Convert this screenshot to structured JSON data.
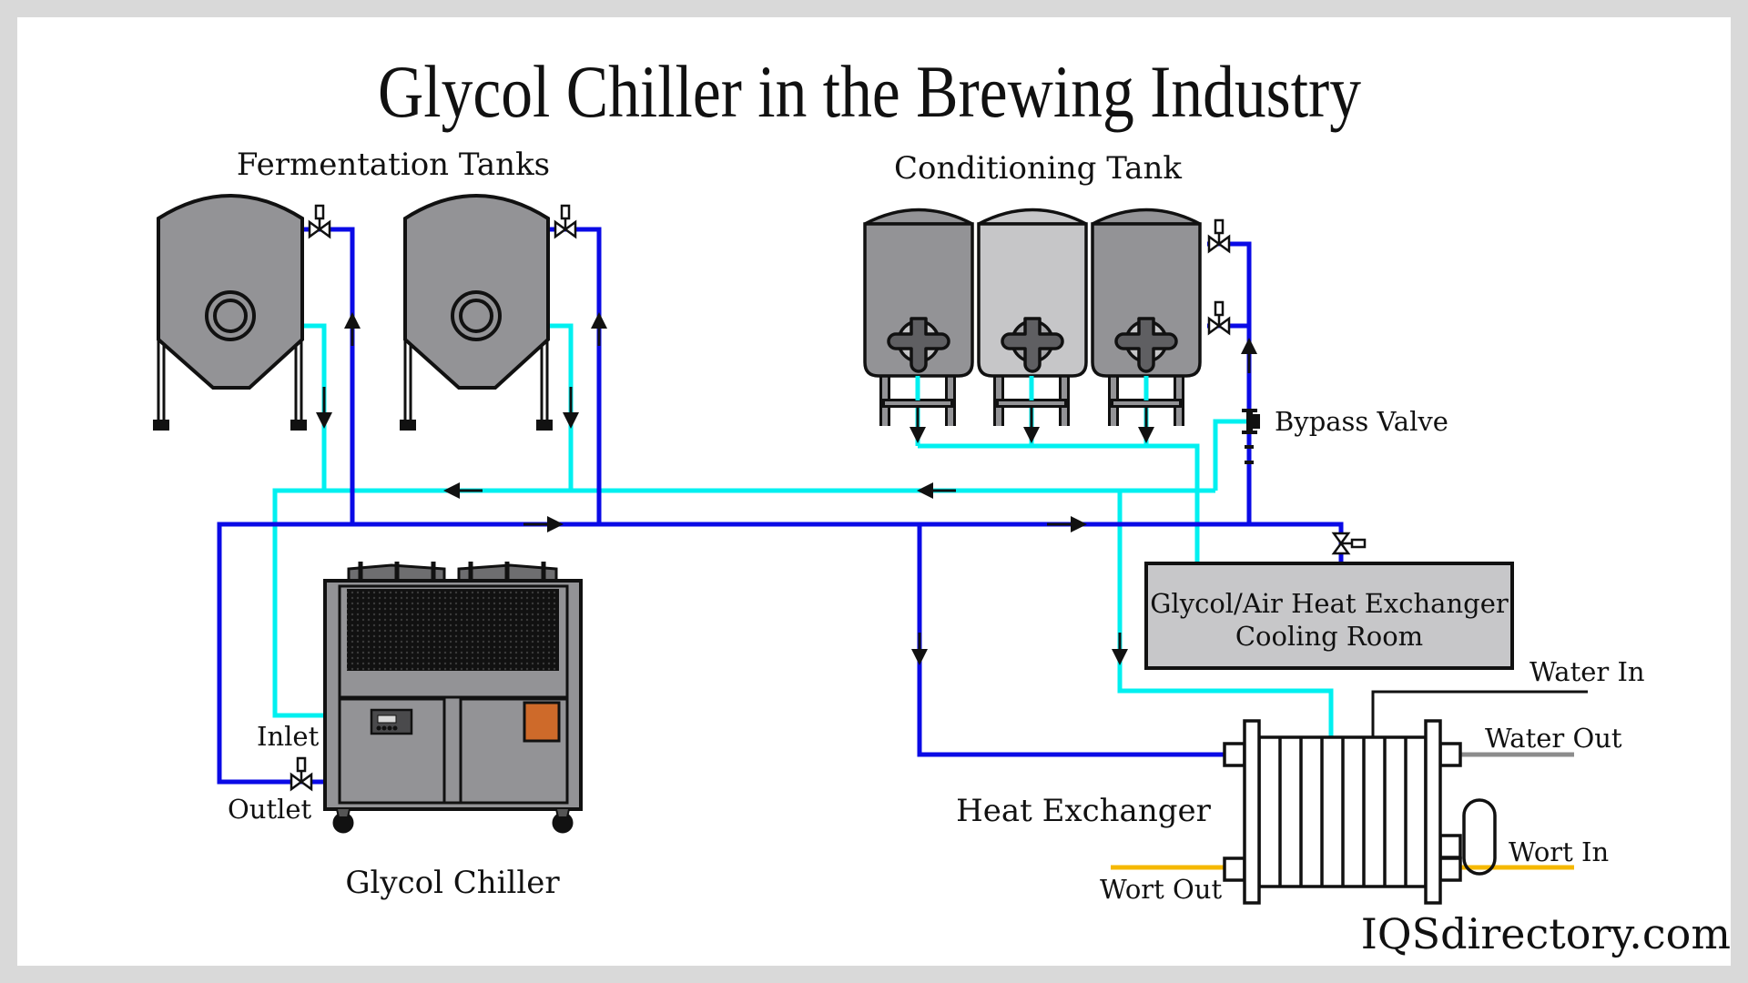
{
  "title": "Glycol Chiller in the Brewing Industry",
  "labels": {
    "fermentation_tanks": "Fermentation Tanks",
    "conditioning_tank": "Conditioning Tank",
    "bypass_valve": "Bypass Valve",
    "cooling_room_line1": "Glycol/Air Heat Exchanger",
    "cooling_room_line2": "Cooling Room",
    "water_in": "Water In",
    "water_out": "Water Out",
    "heat_exchanger": "Heat Exchanger",
    "wort_in": "Wort In",
    "wort_out": "Wort Out",
    "inlet": "Inlet",
    "outlet": "Outlet",
    "glycol_chiller": "Glycol Chiller"
  },
  "watermark": "IQSdirectory.com",
  "colors": {
    "supply_line": "#0a0ae6",
    "return_line": "#00f0f0",
    "wort_line": "#f5b800",
    "water_out_line": "#8c8c8c",
    "tank_fill": "#939396",
    "tank_light_fill": "#c6c6c8",
    "cooling_room_fill": "#c7c7c9",
    "chiller_panel": "#ce6a2a"
  }
}
